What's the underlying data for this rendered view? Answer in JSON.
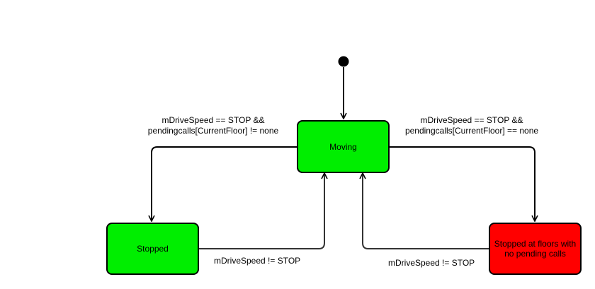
{
  "colors": {
    "active_state": "#00ee00",
    "idle_state": "#ff0000",
    "line": "#333333"
  },
  "states": {
    "moving": "Moving",
    "stopped": "Stopped",
    "stopped_no_calls": "Stopped at floors with no pending calls"
  },
  "transitions": {
    "moving_to_stopped": {
      "line1": "mDriveSpeed == STOP &&",
      "line2": "pendingcalls[CurrentFloor] != none"
    },
    "moving_to_stopped_no_calls": {
      "line1": "mDriveSpeed == STOP &&",
      "line2": "pendingcalls[CurrentFloor] == none"
    },
    "stopped_to_moving": "mDriveSpeed != STOP",
    "stopped_no_calls_to_moving": "mDriveSpeed != STOP"
  }
}
